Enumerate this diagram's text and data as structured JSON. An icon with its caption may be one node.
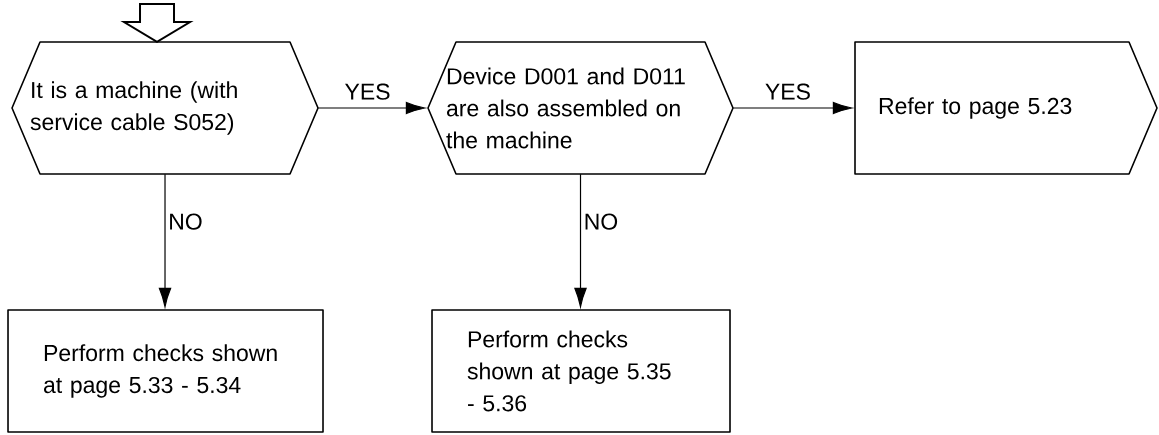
{
  "diagram": {
    "nodes": [
      {
        "text": [
          "It is a machine (with service cable S052)"
        ]
      },
      {
        "text": [
          "Device D001 and D011 are also assembled on the machine"
        ]
      },
      {
        "text": [
          "Refer to page 5.23"
        ]
      },
      {
        "text": [
          "Perform checks shown at page 5.33 - 5.34"
        ]
      },
      {
        "text": [
          "Perform checks shown at page 5.35 - 5.36"
        ]
      }
    ],
    "edges": [
      {
        "from": null,
        "to": 0,
        "arrow": "to"
      },
      {
        "from": 0,
        "to": 1,
        "arrow": "to",
        "label": "YES"
      },
      {
        "from": 1,
        "to": 2,
        "arrow": "to",
        "label": "YES"
      },
      {
        "from": 0,
        "to": 3,
        "arrow": "to",
        "label": "NO"
      },
      {
        "from": 1,
        "to": 4,
        "arrow": "to",
        "label": "NO"
      }
    ]
  }
}
